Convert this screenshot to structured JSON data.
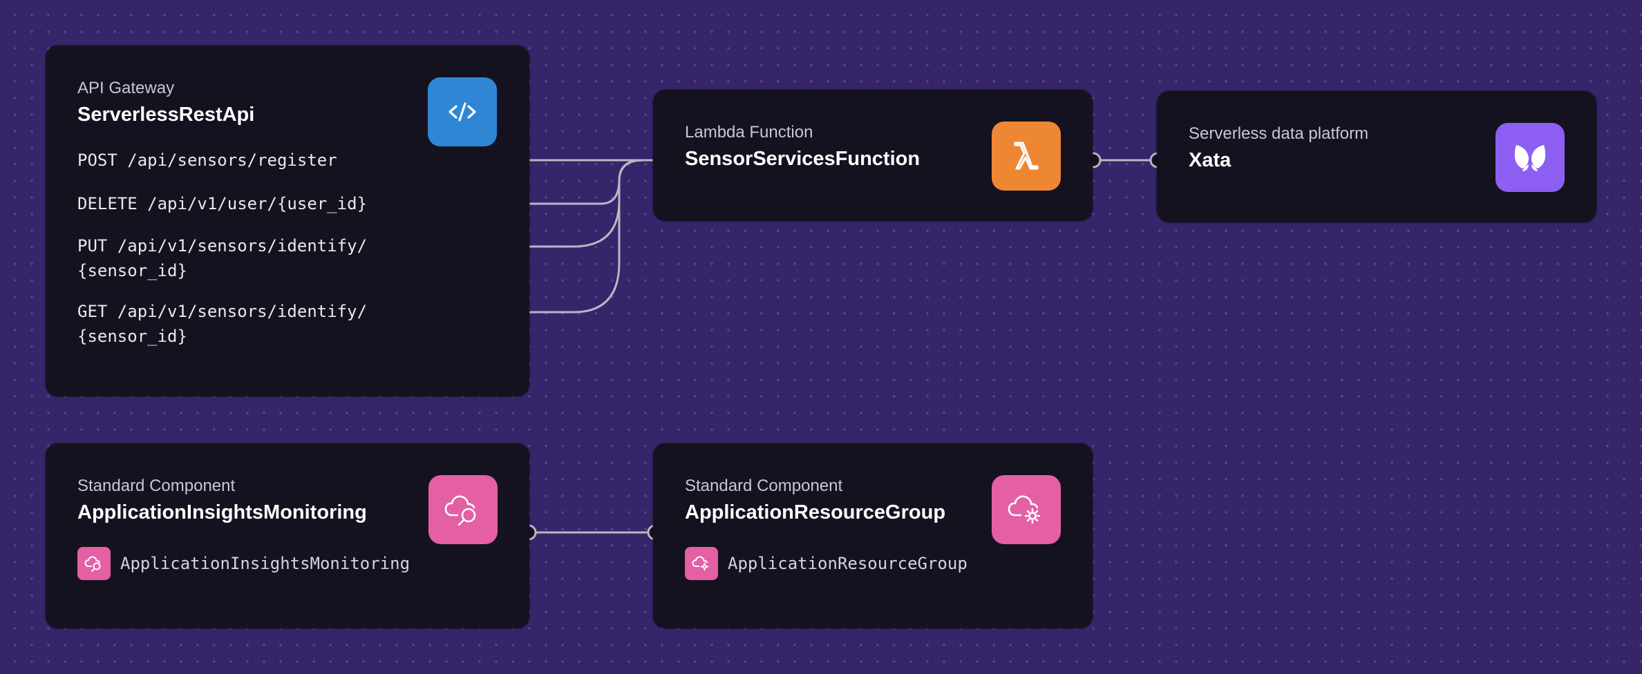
{
  "colors": {
    "background": "#36256a",
    "card": "#15121f",
    "api_gateway_icon": "#2f86d4",
    "lambda_icon": "#ed8733",
    "xata_icon": "#8c5ff2",
    "standard_component_icon": "#e45fa4",
    "edge": "#b9b6c4"
  },
  "nodes": {
    "api_gateway": {
      "kind": "API Gateway",
      "title": "ServerlessRestApi",
      "icon": "code-brackets-icon",
      "routes": [
        {
          "line1": "POST /api/sensors/register",
          "line2": ""
        },
        {
          "line1": "DELETE /api/v1/user/{user_id}",
          "line2": ""
        },
        {
          "line1": "PUT /api/v1/sensors/identify/",
          "line2": "{sensor_id}"
        },
        {
          "line1": "GET /api/v1/sensors/identify/",
          "line2": "{sensor_id}"
        }
      ]
    },
    "lambda": {
      "kind": "Lambda Function",
      "title": "SensorServicesFunction",
      "icon": "lambda-icon"
    },
    "xata": {
      "kind": "Serverless data platform",
      "title": "Xata",
      "icon": "xata-butterfly-icon"
    },
    "insights": {
      "kind": "Standard Component",
      "title": "ApplicationInsightsMonitoring",
      "icon": "cloud-search-icon",
      "item": "ApplicationInsightsMonitoring"
    },
    "resource_group": {
      "kind": "Standard Component",
      "title": "ApplicationResourceGroup",
      "icon": "cloud-gear-icon",
      "item": "ApplicationResourceGroup"
    }
  },
  "edges": [
    {
      "from": "POST /api/sensors/register",
      "to": "SensorServicesFunction"
    },
    {
      "from": "DELETE /api/v1/user/{user_id}",
      "to": "SensorServicesFunction"
    },
    {
      "from": "PUT /api/v1/sensors/identify/{sensor_id}",
      "to": "SensorServicesFunction"
    },
    {
      "from": "GET /api/v1/sensors/identify/{sensor_id}",
      "to": "SensorServicesFunction"
    },
    {
      "from": "SensorServicesFunction",
      "to": "Xata"
    },
    {
      "from": "ApplicationInsightsMonitoring",
      "to": "ApplicationResourceGroup"
    }
  ]
}
